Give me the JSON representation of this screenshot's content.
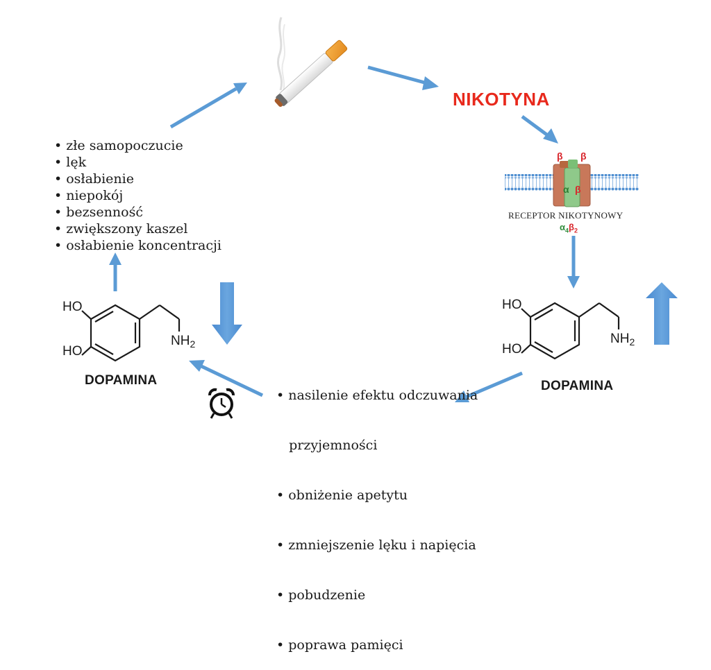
{
  "nicotine_label": "NIKOTYNA",
  "receptor": {
    "caption": "RECEPTOR NIKOTYNOWY",
    "subunit_alpha": "α",
    "subunit_alpha_count": "4",
    "subunit_beta": "β",
    "subunit_beta_count": "2",
    "alpha_color": "#2e8b3a",
    "beta_color": "#d9262c"
  },
  "withdrawal_symptoms": [
    "• złe samopoczucie",
    "• lęk",
    "• osłabienie",
    "• niepokój",
    "• bezsenność",
    "• zwiększony kaszel",
    "• osłabienie koncentracji"
  ],
  "nicotine_effects": [
    "• nasilenie efektu odczuwania",
    "   przyjemności",
    "• obniżenie apetytu",
    "• zmniejszenie lęku i napięcia",
    "• pobudzenie",
    "• poprawa pamięci"
  ],
  "dopamine_left": {
    "name": "DOPAMINA",
    "ho_top": "HO",
    "ho_bottom": "HO",
    "amine": "NH",
    "amine_sub": "2"
  },
  "dopamine_right": {
    "name": "DOPAMINA",
    "ho_top": "HO",
    "ho_bottom": "HO",
    "amine": "NH",
    "amine_sub": "2"
  },
  "colors": {
    "arrow": "#5b9bd5",
    "nicotine": "#e8291c"
  },
  "icons": {
    "cigarette": "cigarette-icon",
    "alarm_clock": "alarm-clock-icon"
  }
}
